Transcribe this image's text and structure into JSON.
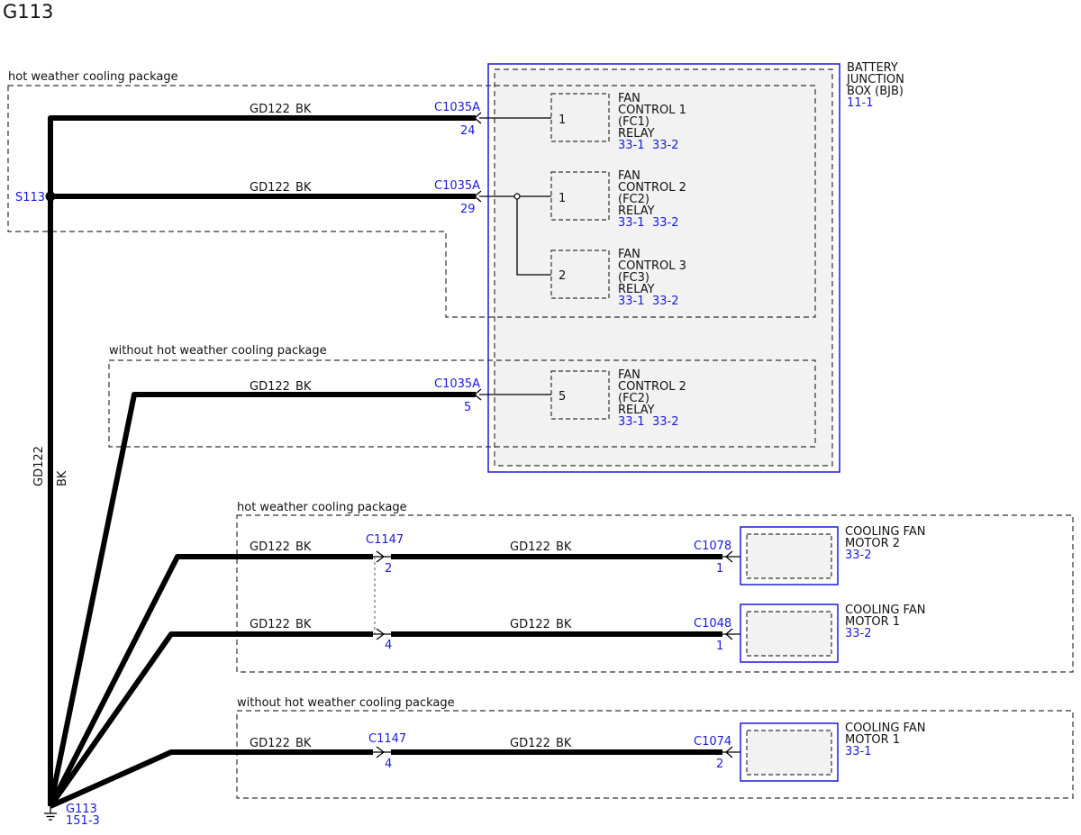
{
  "title": "G113",
  "bjb": {
    "line1": "BATTERY",
    "line2": "JUNCTION",
    "line3": "BOX (BJB)",
    "ref": "11-1",
    "colors": {
      "outline": "#1a1adc",
      "fill": "#f2f2f2"
    }
  },
  "packages": {
    "hot_top": "hot weather cooling package",
    "without_top": "without hot weather cooling package",
    "hot_bottom": "hot weather cooling package",
    "without_bottom": "without hot weather cooling package"
  },
  "splice": {
    "label": "S113"
  },
  "trunk": {
    "circuit": "GD122",
    "color": "BK"
  },
  "wire_label": {
    "circuit": "GD122",
    "color": "BK"
  },
  "relays": [
    {
      "pin": "1",
      "l1": "FAN",
      "l2": "CONTROL 1",
      "l3": "(FC1)",
      "l4": "RELAY",
      "ref1": "33-1",
      "ref2": "33-2"
    },
    {
      "pin": "1",
      "l1": "FAN",
      "l2": "CONTROL 2",
      "l3": "(FC2)",
      "l4": "RELAY",
      "ref1": "33-1",
      "ref2": "33-2"
    },
    {
      "pin": "2",
      "l1": "FAN",
      "l2": "CONTROL 3",
      "l3": "(FC3)",
      "l4": "RELAY",
      "ref1": "33-1",
      "ref2": "33-2"
    },
    {
      "pin": "5",
      "l1": "FAN",
      "l2": "CONTROL 2",
      "l3": "(FC2)",
      "l4": "RELAY",
      "ref1": "33-1",
      "ref2": "33-2"
    }
  ],
  "bjb_connectors": [
    {
      "name": "C1035A",
      "pin": "24"
    },
    {
      "name": "C1035A",
      "pin": "29"
    },
    {
      "name": "C1035A",
      "pin": "5"
    }
  ],
  "inline_connectors": [
    {
      "name": "C1147",
      "pin": "2"
    },
    {
      "pin": "4"
    },
    {
      "name": "C1147",
      "pin": "4"
    }
  ],
  "motors": [
    {
      "connector": "C1078",
      "pin": "1",
      "l1": "COOLING FAN",
      "l2": "MOTOR 2",
      "ref": "33-2"
    },
    {
      "connector": "C1048",
      "pin": "1",
      "l1": "COOLING FAN",
      "l2": "MOTOR 1",
      "ref": "33-2"
    },
    {
      "connector": "C1074",
      "pin": "2",
      "l1": "COOLING FAN",
      "l2": "MOTOR 1",
      "ref": "33-1"
    }
  ],
  "ground": {
    "label": "G113",
    "ref": "151-3"
  }
}
